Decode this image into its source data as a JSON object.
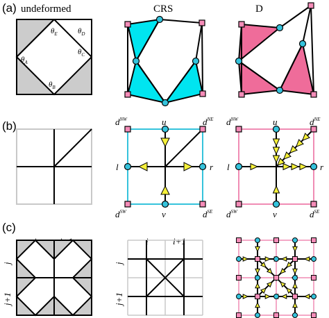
{
  "panels": {
    "a": {
      "tag": "(a)",
      "titles": {
        "undeformed": "undeformed",
        "crs": "CRS",
        "d": "D"
      },
      "angles": {
        "A": "θ",
        "A_sub": "A",
        "B": "θ",
        "B_sub": "B",
        "C": "θ",
        "C_sub": "C",
        "D": "θ",
        "D_sub": "D",
        "E": "θ",
        "E_sub": "E"
      }
    },
    "b": {
      "tag": "(b)",
      "labels": {
        "u": "u",
        "v": "v",
        "l": "l",
        "r": "r",
        "d": "d",
        "nw": "NW",
        "ne": "NE",
        "sw": "SW",
        "se": "SE"
      }
    },
    "c": {
      "tag": "(c)",
      "labels": {
        "i": "i",
        "i1": "i+1",
        "j": "j",
        "j1": "j+1"
      }
    }
  },
  "colors": {
    "crs": "#00e5f0",
    "d": "#ef6c9a",
    "node": "#35c3dc",
    "corner": "#f58cb8",
    "arrow": "#f5f03a",
    "gray_fill": "#cccccc",
    "gray_line": "#c8c8c8",
    "cyan_border": "#35c3dc",
    "pink_border": "#f08cb4"
  },
  "icons": {
    "arrow": "triangle-arrow-icon",
    "node": "circle-node-icon",
    "corner": "square-corner-icon"
  }
}
